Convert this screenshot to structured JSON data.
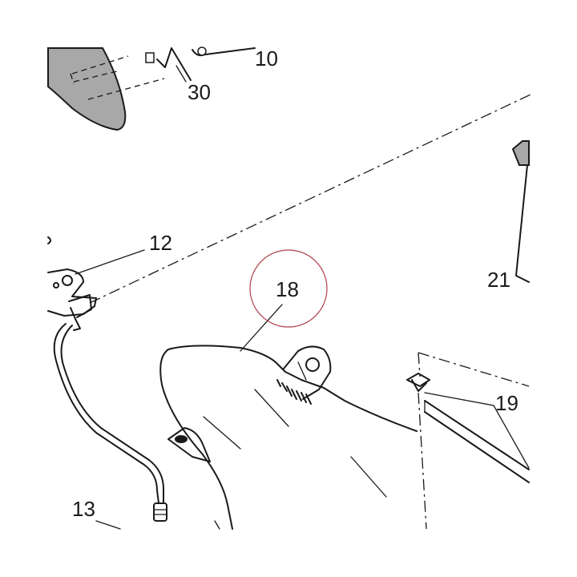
{
  "callouts": {
    "c10": "10",
    "c30": "30",
    "c12": "12",
    "c18": "18",
    "c21": "21",
    "c19": "19",
    "c13": "13"
  },
  "colors": {
    "line": "#1a1a1a",
    "fill_gray": "#a8a8a8",
    "highlight_circle": "#b0404a",
    "background": "#ffffff"
  }
}
